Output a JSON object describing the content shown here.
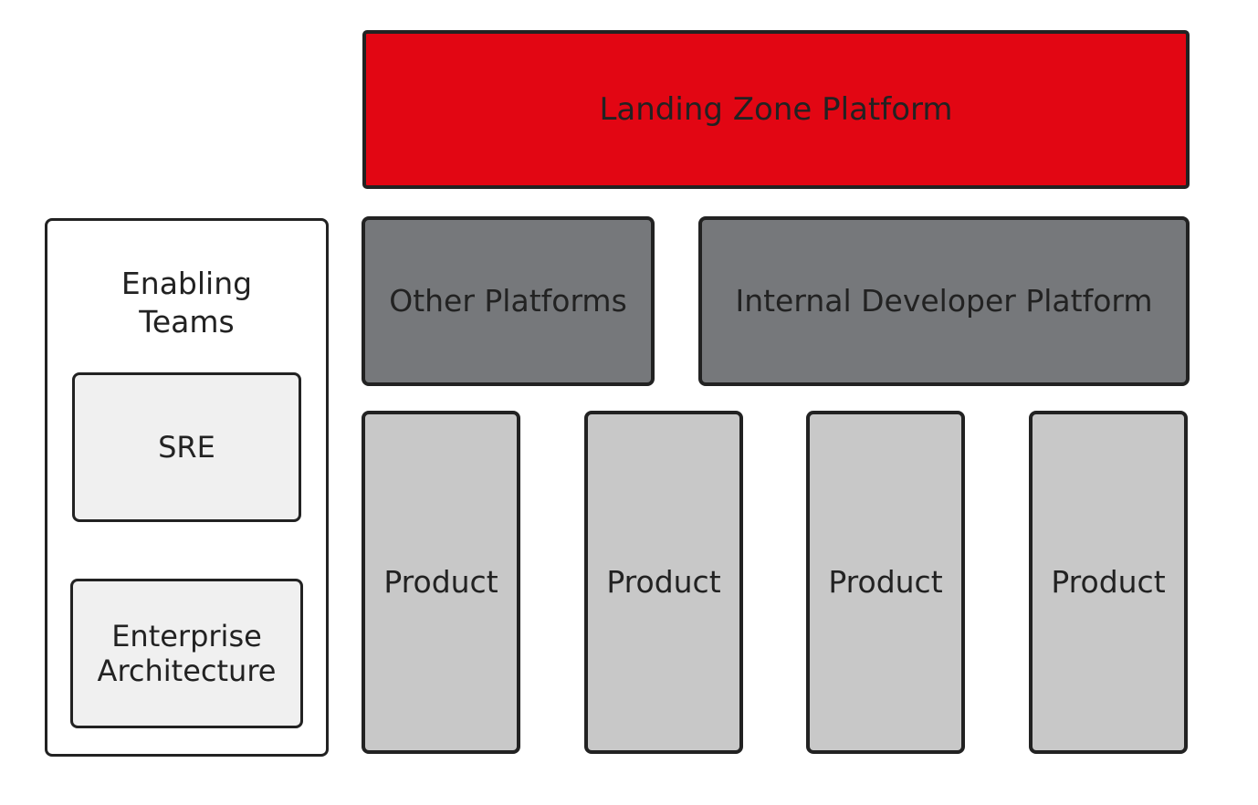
{
  "diagram": {
    "landing_zone": "Landing Zone Platform",
    "other_platforms": "Other Platforms",
    "internal_developer_platform": "Internal Developer Platform",
    "products": [
      "Product",
      "Product",
      "Product",
      "Product"
    ],
    "enabling_teams": {
      "title": "Enabling\nTeams",
      "sre": "SRE",
      "enterprise_architecture": "Enterprise\nArchitecture"
    }
  },
  "colors": {
    "landing_zone": "#e20613",
    "platform": "#76787b",
    "product": "#c8c8c8",
    "enabling_sub": "#f0f0f0",
    "border": "#222222"
  }
}
